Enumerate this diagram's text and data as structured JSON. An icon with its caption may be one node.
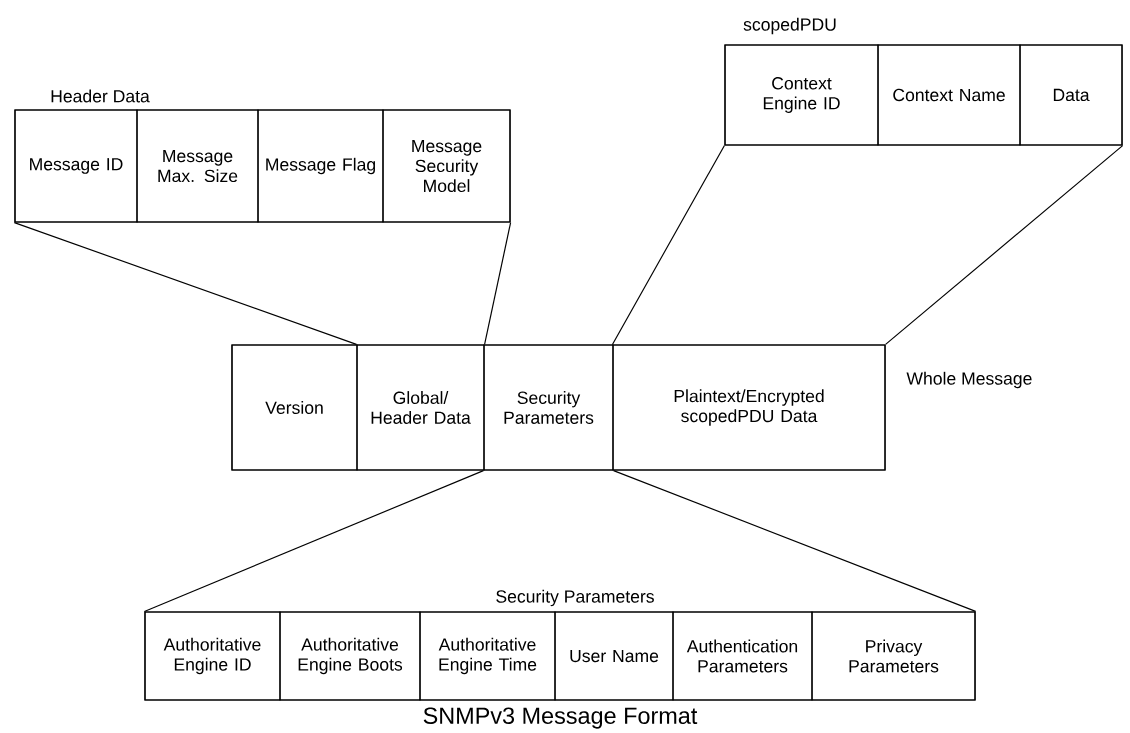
{
  "diagram": {
    "caption": "SNMPv3 Message Format",
    "nodes": [
      {
        "text": [
          "Header Data"
        ]
      },
      {
        "text": [
          "Message ID"
        ],
        "in": 0
      },
      {
        "text": [
          "Message Max. Size"
        ],
        "in": 0
      },
      {
        "text": [
          "Message Flag"
        ],
        "in": 0
      },
      {
        "text": [
          "Message Security Model"
        ],
        "in": 0
      },
      {
        "text": [
          "scopedPDU"
        ]
      },
      {
        "text": [
          "Context Engine ID"
        ],
        "in": 5
      },
      {
        "text": [
          "Context Name"
        ],
        "in": 5
      },
      {
        "text": [
          "Data"
        ],
        "in": 5
      },
      {
        "text": [
          "Whole Message"
        ]
      },
      {
        "text": [
          "Version"
        ],
        "in": 9
      },
      {
        "text": [
          "Global/ Header Data"
        ],
        "in": 9
      },
      {
        "text": [
          "Security Parameters"
        ],
        "in": 9
      },
      {
        "text": [
          "Plaintext/Encrypted scopedPDU Data"
        ],
        "in": 9
      },
      {
        "text": [
          "Security Parameters"
        ]
      },
      {
        "text": [
          "Authoritative Engine ID"
        ],
        "in": 14
      },
      {
        "text": [
          "Authoritative Engine Boots"
        ],
        "in": 14
      },
      {
        "text": [
          "Authoritative Engine Time"
        ],
        "in": 14
      },
      {
        "text": [
          "User Name"
        ],
        "in": 14
      },
      {
        "text": [
          "Authentication Parameters"
        ],
        "in": 14
      },
      {
        "text": [
          "Privacy Parameters"
        ],
        "in": 14
      }
    ],
    "edges": [
      {
        "from": 0,
        "to": 11,
        "arrow": "none"
      },
      {
        "from": 0,
        "to": 11,
        "arrow": "none"
      },
      {
        "from": 5,
        "to": 13,
        "arrow": "none"
      },
      {
        "from": 5,
        "to": 13,
        "arrow": "none"
      },
      {
        "from": 12,
        "to": 14,
        "arrow": "none"
      },
      {
        "from": 12,
        "to": 14,
        "arrow": "none"
      }
    ]
  }
}
